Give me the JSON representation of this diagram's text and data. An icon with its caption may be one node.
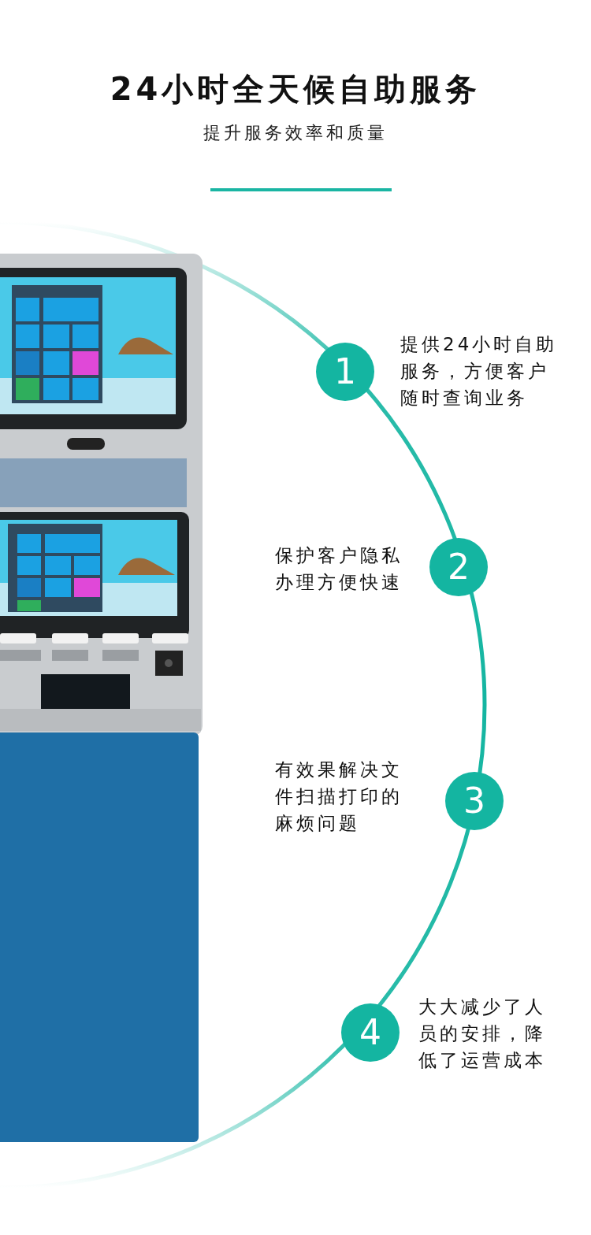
{
  "diagram": {
    "title": "24小时全天候自助服务",
    "nodes": [
      {
        "text": [],
        "shape": "picture"
      },
      {
        "text": [
          "1"
        ],
        "beside": [
          "提供24小时自助服务，方便客户随时查询业务"
        ]
      },
      {
        "text": [
          "2"
        ],
        "beside": [
          "保护客户隐私办理方便快速"
        ]
      },
      {
        "text": [
          "3"
        ],
        "beside": [
          "有效果解决文件扫描打印的麻烦问题"
        ]
      },
      {
        "text": [
          "4"
        ],
        "beside": [
          "大大减少了人员的安排，降低了运营成本"
        ]
      }
    ],
    "edges": [],
    "labels": [
      "提升服务效率和质量"
    ]
  }
}
